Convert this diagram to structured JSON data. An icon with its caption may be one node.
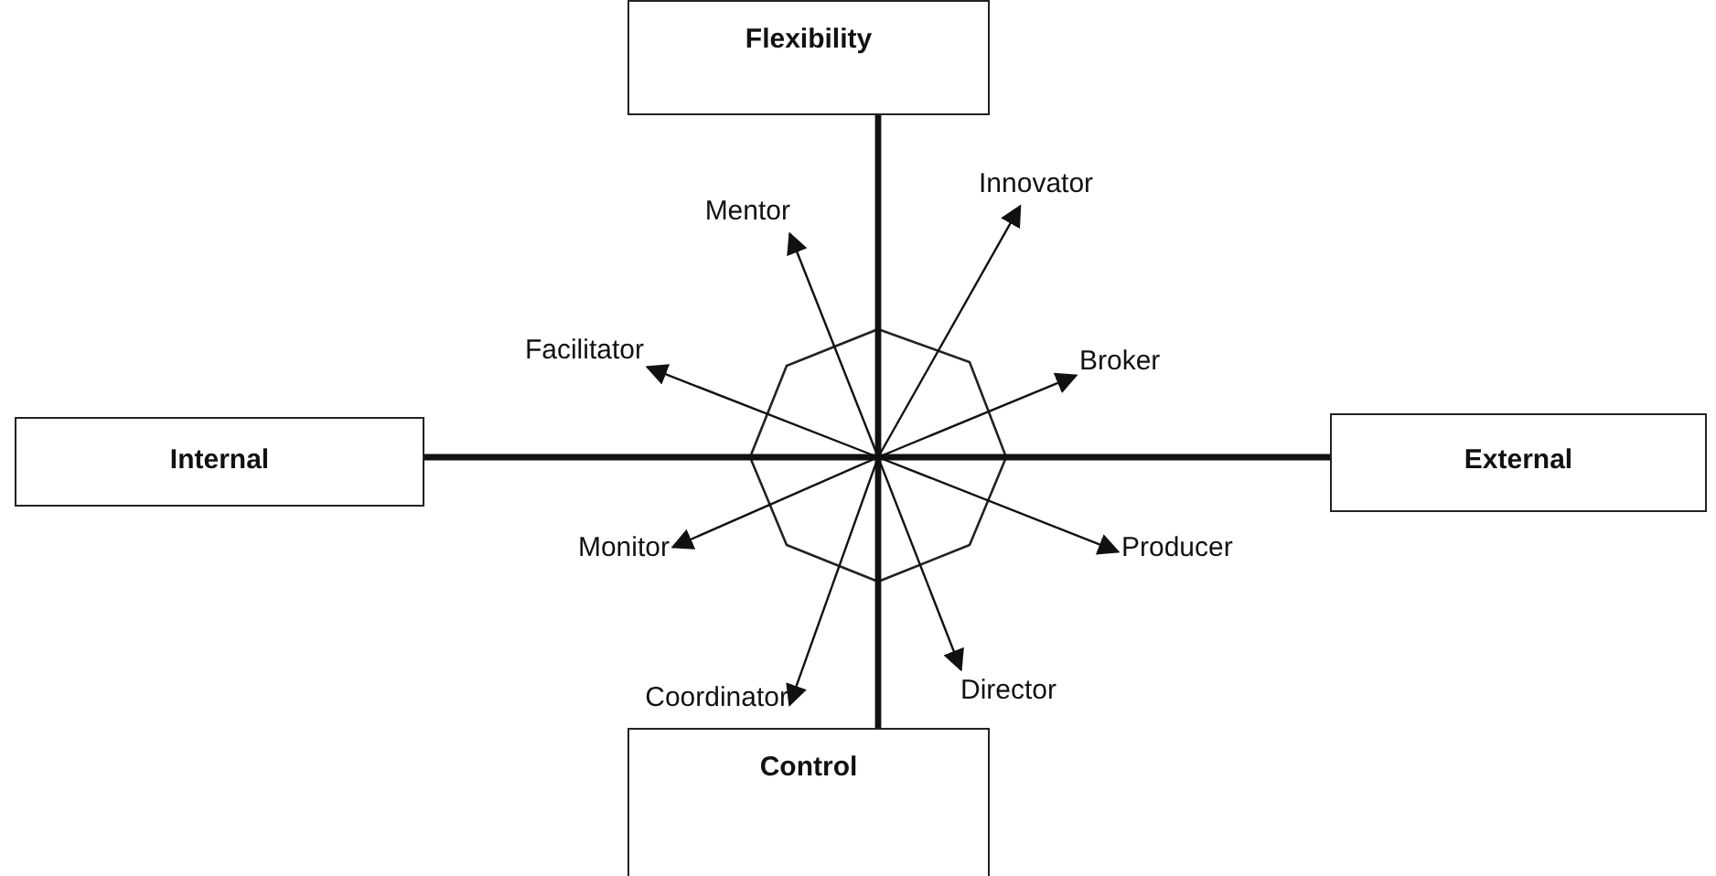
{
  "diagram": {
    "nodes": [
      {
        "text": [
          "Flexibility"
        ]
      },
      {
        "text": [
          "Innovator"
        ]
      },
      {
        "text": [
          "Mentor"
        ]
      },
      {
        "text": [
          "Facilitator"
        ]
      },
      {
        "text": [
          "Broker"
        ]
      },
      {
        "text": [
          "Internal"
        ]
      },
      {
        "text": [
          "External"
        ]
      },
      {
        "text": [
          "Monitor"
        ]
      },
      {
        "text": [
          "Producer"
        ]
      },
      {
        "text": [
          "Director"
        ]
      },
      {
        "text": [
          "Coordinator"
        ]
      },
      {
        "text": [
          "Control"
        ]
      }
    ],
    "edges": [
      {
        "from": 0,
        "to": 11,
        "arrow": "none",
        "style": "thick"
      },
      {
        "from": 5,
        "to": 6,
        "arrow": "none",
        "style": "thick"
      },
      {
        "from": null,
        "to": 1,
        "arrow": "to"
      },
      {
        "from": null,
        "to": 2,
        "arrow": "to"
      },
      {
        "from": null,
        "to": 3,
        "arrow": "to"
      },
      {
        "from": null,
        "to": 4,
        "arrow": "to"
      },
      {
        "from": null,
        "to": 7,
        "arrow": "to"
      },
      {
        "from": null,
        "to": 8,
        "arrow": "to"
      },
      {
        "from": null,
        "to": 9,
        "arrow": "to"
      },
      {
        "from": null,
        "to": 10,
        "arrow": "to"
      }
    ]
  }
}
